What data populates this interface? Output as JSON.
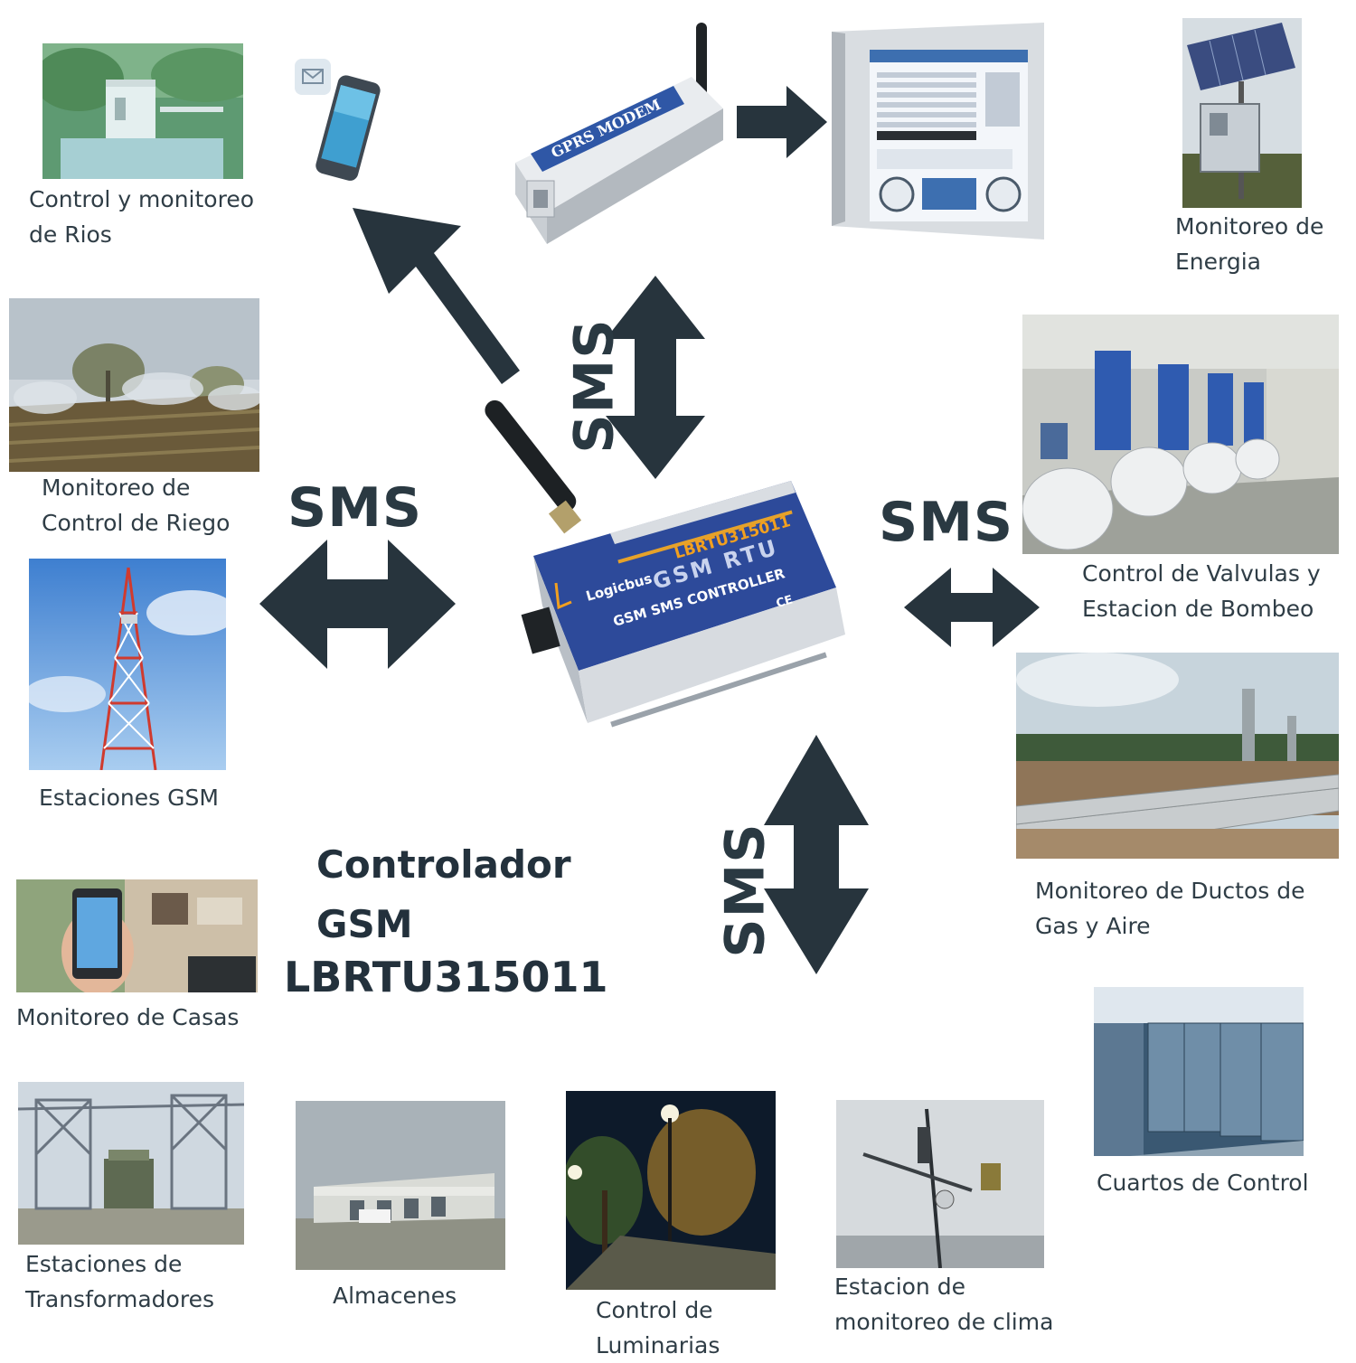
{
  "device": {
    "model": "LBRTU315011",
    "title": "GSM RTU",
    "brand": "Logicbus",
    "subtitle": "GSM SMS CONTROLLER",
    "cert": "CE"
  },
  "modem": {
    "label": "GPRS MODEM"
  },
  "sms_label": "SMS",
  "center_title": {
    "line1": "Controlador",
    "line2": "GSM",
    "line3": "LBRTU315011"
  },
  "captions": {
    "rios": [
      "Control y monitoreo",
      "de Rios"
    ],
    "energia": [
      "Monitoreo de",
      "Energia"
    ],
    "riego": [
      "Monitoreo de",
      "Control de Riego"
    ],
    "valvulas": [
      "Control de Valvulas y",
      "Estacion de Bombeo"
    ],
    "gsm": [
      "Estaciones GSM"
    ],
    "ductos": [
      "Monitoreo de Ductos de",
      "Gas y Aire"
    ],
    "casas": [
      "Monitoreo de Casas"
    ],
    "cuartos": [
      "Cuartos de Control"
    ],
    "transformadores": [
      "Estaciones de",
      "Transformadores"
    ],
    "almacenes": [
      "Almacenes"
    ],
    "luminarias": [
      "Control de",
      "Luminarias"
    ],
    "clima": [
      "Estacion de",
      "monitoreo de clima"
    ]
  },
  "colors": {
    "arrow": "#27343d",
    "device_body": "#2d4a9a",
    "device_accent": "#f2a01f",
    "text": "#2f3d46"
  }
}
